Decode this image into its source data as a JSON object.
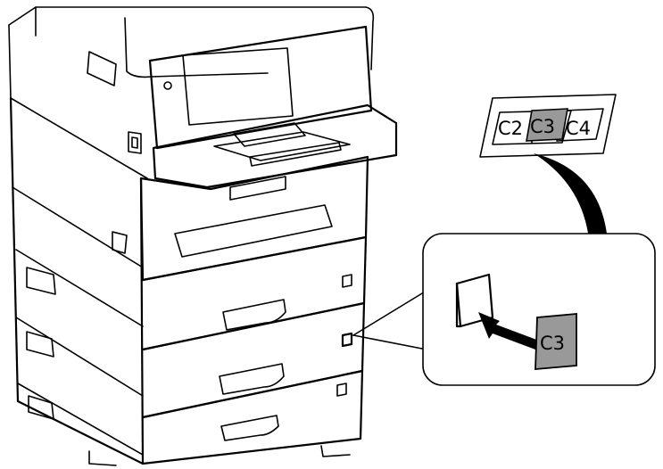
{
  "diagram": {
    "sheet_labels": [
      "C2",
      "C3",
      "C4"
    ],
    "selected_label": "C3",
    "sticker_label": "C3",
    "colors": {
      "line": "#000000",
      "highlight_fill": "#999999",
      "background": "#ffffff"
    }
  }
}
